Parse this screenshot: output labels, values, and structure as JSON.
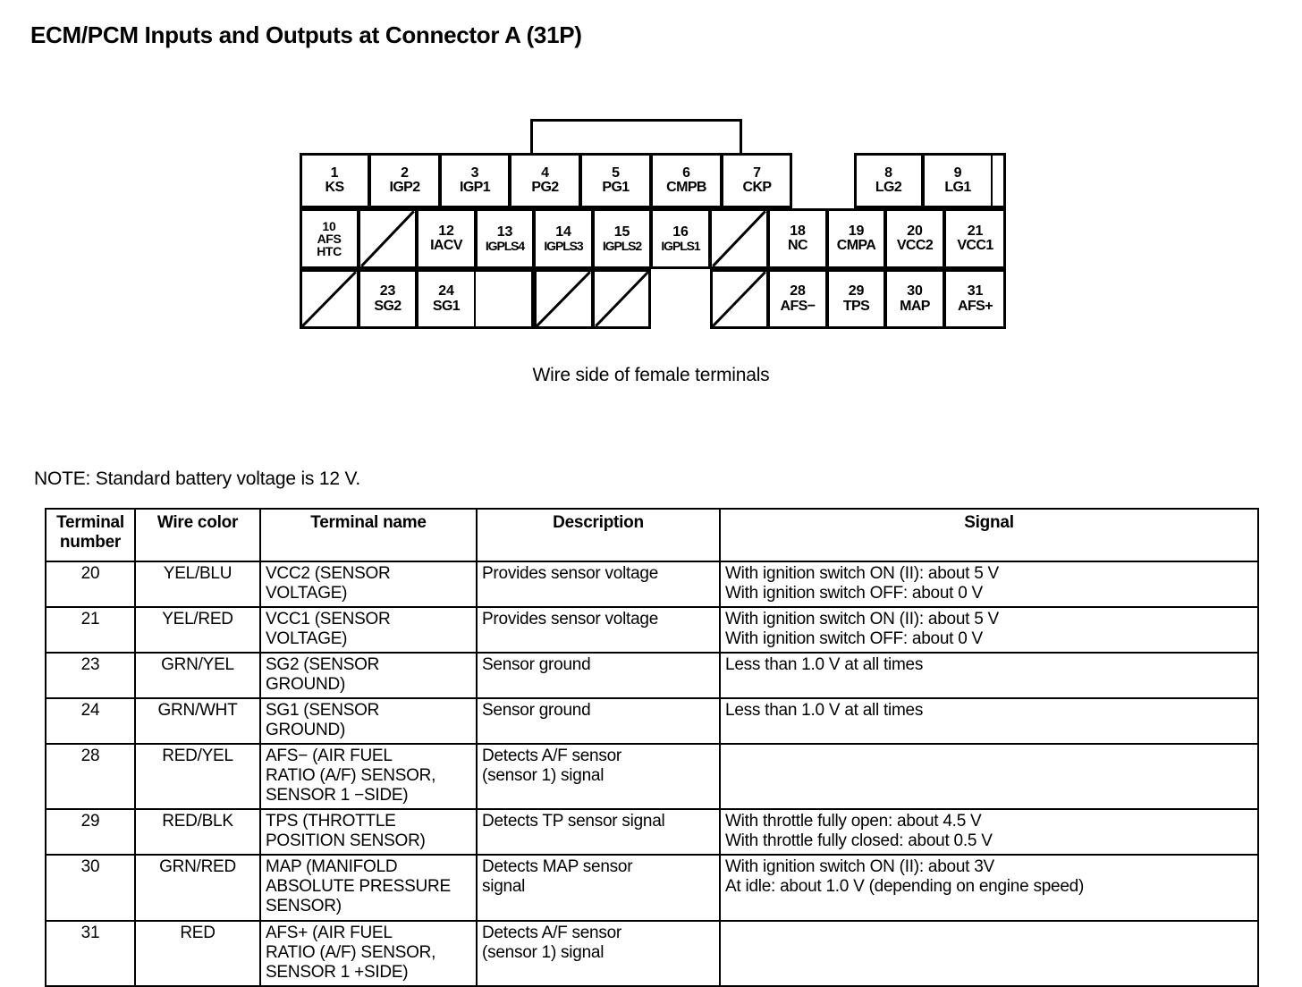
{
  "page_title": "ECM/PCM Inputs and Outputs at Connector A (31P)",
  "diagram": {
    "caption": "Wire side of female terminals",
    "row1": [
      {
        "num": "1",
        "label": "KS"
      },
      {
        "num": "2",
        "label": "IGP2"
      },
      {
        "num": "3",
        "label": "IGP1"
      },
      {
        "num": "4",
        "label": "PG2"
      },
      {
        "num": "5",
        "label": "PG1"
      },
      {
        "num": "6",
        "label": "CMPB"
      },
      {
        "num": "7",
        "label": "CKP"
      },
      {
        "num": "8",
        "label": "LG2"
      },
      {
        "num": "9",
        "label": "LG1"
      }
    ],
    "row2": [
      {
        "num": "10",
        "label": "AFS",
        "label2": "HTC"
      },
      {
        "num": "",
        "label": ""
      },
      {
        "num": "12",
        "label": "IACV"
      },
      {
        "num": "13",
        "label": "IGPLS4"
      },
      {
        "num": "14",
        "label": "IGPLS3"
      },
      {
        "num": "15",
        "label": "IGPLS2"
      },
      {
        "num": "16",
        "label": "IGPLS1"
      },
      {
        "num": "",
        "label": ""
      },
      {
        "num": "18",
        "label": "NC"
      },
      {
        "num": "19",
        "label": "CMPA"
      },
      {
        "num": "20",
        "label": "VCC2"
      },
      {
        "num": "21",
        "label": "VCC1"
      }
    ],
    "row3": [
      {
        "num": "",
        "label": ""
      },
      {
        "num": "23",
        "label": "SG2"
      },
      {
        "num": "24",
        "label": "SG1"
      },
      {
        "num": "",
        "label": ""
      },
      {
        "num": "",
        "label": ""
      },
      {
        "num": "",
        "label": ""
      },
      {
        "num": "28",
        "label": "AFS−"
      },
      {
        "num": "29",
        "label": "TPS"
      },
      {
        "num": "30",
        "label": "MAP"
      },
      {
        "num": "31",
        "label": "AFS+"
      }
    ]
  },
  "note": "NOTE: Standard battery voltage is 12 V.",
  "table": {
    "headers": {
      "terminal": "Terminal",
      "terminal2": "number",
      "wire": "Wire color",
      "name": "Terminal name",
      "description": "Description",
      "signal": "Signal"
    },
    "rows": [
      {
        "terminal": "20",
        "wire": "YEL/BLU",
        "name": [
          "VCC2 (SENSOR",
          "VOLTAGE)"
        ],
        "description": [
          "Provides sensor voltage"
        ],
        "signal": [
          "With ignition switch ON (II): about 5 V",
          "With ignition switch OFF: about 0 V"
        ]
      },
      {
        "terminal": "21",
        "wire": "YEL/RED",
        "name": [
          "VCC1 (SENSOR",
          "VOLTAGE)"
        ],
        "description": [
          "Provides sensor voltage"
        ],
        "signal": [
          "With ignition switch ON (II): about 5 V",
          "With ignition switch OFF: about 0 V"
        ]
      },
      {
        "terminal": "23",
        "wire": "GRN/YEL",
        "name": [
          "SG2 (SENSOR",
          "GROUND)"
        ],
        "description": [
          "Sensor ground"
        ],
        "signal": [
          "Less than 1.0 V at all times"
        ]
      },
      {
        "terminal": "24",
        "wire": "GRN/WHT",
        "name": [
          "SG1 (SENSOR",
          "GROUND)"
        ],
        "description": [
          "Sensor ground"
        ],
        "signal": [
          "Less than 1.0 V at all times"
        ]
      },
      {
        "terminal": "28",
        "wire": "RED/YEL",
        "name": [
          "AFS− (AIR FUEL",
          "RATIO (A/F) SENSOR,",
          "SENSOR 1 −SIDE)"
        ],
        "description": [
          "Detects A/F sensor",
          "(sensor 1) signal"
        ],
        "signal": []
      },
      {
        "terminal": "29",
        "wire": "RED/BLK",
        "name": [
          "TPS (THROTTLE",
          "POSITION SENSOR)"
        ],
        "description": [
          "Detects TP sensor signal"
        ],
        "signal": [
          "With throttle fully open: about 4.5 V",
          "With throttle fully closed: about 0.5 V"
        ]
      },
      {
        "terminal": "30",
        "wire": "GRN/RED",
        "name": [
          "MAP (MANIFOLD",
          "ABSOLUTE PRESSURE",
          "SENSOR)"
        ],
        "description": [
          "Detects MAP sensor",
          "signal"
        ],
        "signal": [
          "With ignition switch ON (II): about 3V",
          "At idle: about 1.0 V (depending on engine speed)"
        ]
      },
      {
        "terminal": "31",
        "wire": "RED",
        "name": [
          "AFS+ (AIR FUEL",
          "RATIO (A/F) SENSOR,",
          "SENSOR 1 +SIDE)"
        ],
        "description": [
          "Detects A/F sensor",
          "(sensor 1) signal"
        ],
        "signal": []
      }
    ]
  }
}
